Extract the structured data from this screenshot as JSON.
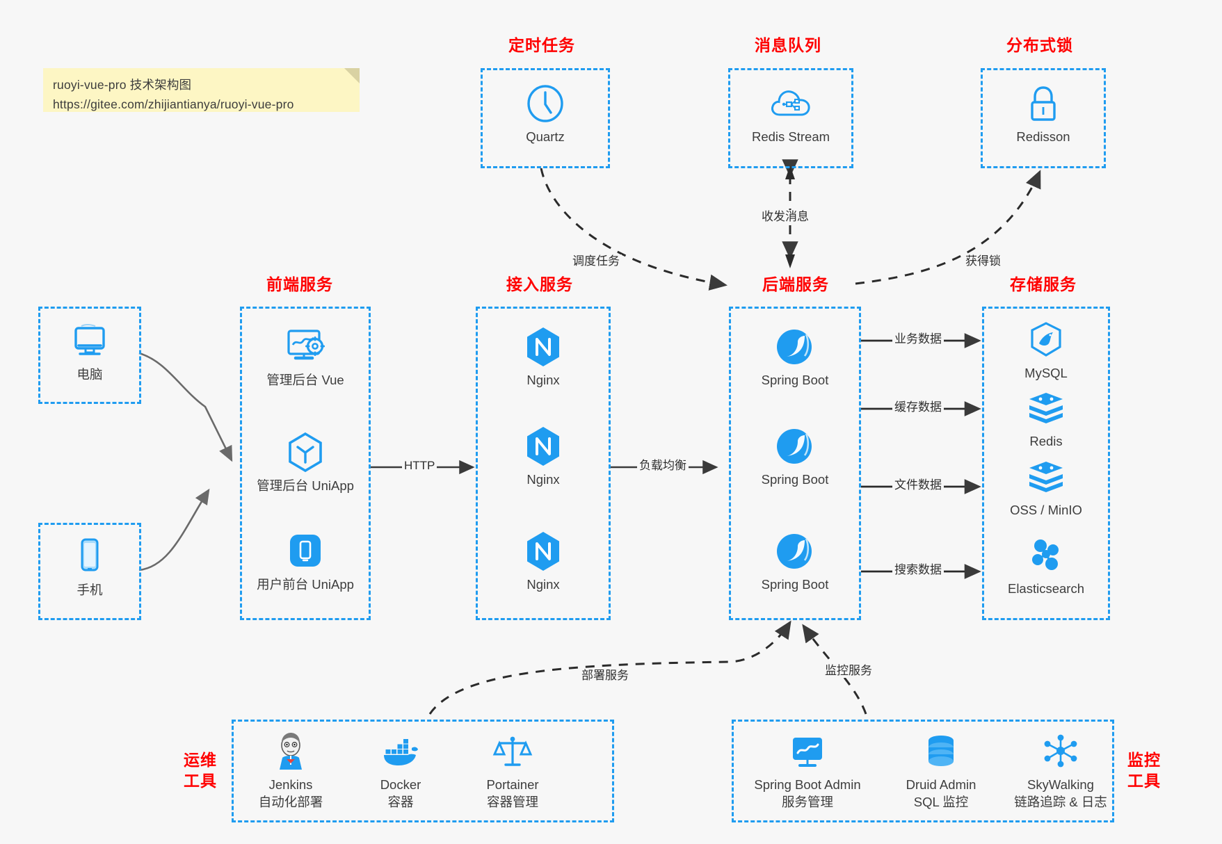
{
  "note": {
    "line1": "ruoyi-vue-pro 技术架构图",
    "line2": "https://gitee.com/zhijiantianya/ruoyi-vue-pro"
  },
  "colors": {
    "accent": "#1f9cf0",
    "title": "#ff0000",
    "background": "#f7f7f7",
    "note_bg": "#fdf6c4",
    "arrow": "#3a3a3a",
    "text": "#3d3d3d"
  },
  "sections": {
    "scheduled_task": "定时任务",
    "message_queue": "消息队列",
    "distributed_lock": "分布式锁",
    "frontend_service": "前端服务",
    "gateway_service": "接入服务",
    "backend_service": "后端服务",
    "storage_service": "存储服务",
    "devops_tools_line1": "运维",
    "devops_tools_line2": "工具",
    "monitor_tools_line1": "监控",
    "monitor_tools_line2": "工具"
  },
  "clients": [
    {
      "label": "电脑",
      "icon": "desktop-icon"
    },
    {
      "label": "手机",
      "icon": "mobile-icon"
    }
  ],
  "scheduled_task_nodes": [
    {
      "label": "Quartz",
      "icon": "clock-icon"
    }
  ],
  "message_queue_nodes": [
    {
      "label": "Redis Stream",
      "icon": "cloud-stream-icon"
    }
  ],
  "distributed_lock_nodes": [
    {
      "label": "Redisson",
      "icon": "lock-icon"
    }
  ],
  "frontend_nodes": [
    {
      "label": "管理后台 Vue",
      "icon": "monitor-gear-icon"
    },
    {
      "label": "管理后台 UniApp",
      "icon": "hexagon-cube-icon"
    },
    {
      "label": "用户前台 UniApp",
      "icon": "phone-rounded-icon"
    }
  ],
  "gateway_nodes": [
    {
      "label": "Nginx",
      "icon": "nginx-icon"
    },
    {
      "label": "Nginx",
      "icon": "nginx-icon"
    },
    {
      "label": "Nginx",
      "icon": "nginx-icon"
    }
  ],
  "backend_nodes": [
    {
      "label": "Spring Boot",
      "icon": "spring-leaf-icon"
    },
    {
      "label": "Spring Boot",
      "icon": "spring-leaf-icon"
    },
    {
      "label": "Spring Boot",
      "icon": "spring-leaf-icon"
    }
  ],
  "storage_nodes": [
    {
      "label": "MySQL",
      "icon": "mysql-dolphin-icon"
    },
    {
      "label": "Redis",
      "icon": "redis-stack-icon"
    },
    {
      "label": "OSS / MinIO",
      "icon": "oss-stack-icon"
    },
    {
      "label": "Elasticsearch",
      "icon": "elasticsearch-icon"
    }
  ],
  "devops_nodes": [
    {
      "label": "Jenkins",
      "sublabel": "自动化部署",
      "icon": "jenkins-butler-icon"
    },
    {
      "label": "Docker",
      "sublabel": "容器",
      "icon": "docker-whale-icon"
    },
    {
      "label": "Portainer",
      "sublabel": "容器管理",
      "icon": "portainer-scale-icon"
    }
  ],
  "monitor_nodes": [
    {
      "label": "Spring Boot Admin",
      "sublabel": "服务管理",
      "icon": "dashboard-chart-icon"
    },
    {
      "label": "Druid Admin",
      "sublabel": "SQL 监控",
      "icon": "database-cylinder-icon"
    },
    {
      "label": "SkyWalking",
      "sublabel": "链路追踪 & 日志",
      "icon": "skywalking-node-icon"
    }
  ],
  "edge_labels": {
    "schedule_task": "调度任务",
    "send_receive_message": "收发消息",
    "acquire_lock": "获得锁",
    "http": "HTTP",
    "load_balance": "负载均衡",
    "business_data": "业务数据",
    "cache_data": "缓存数据",
    "file_data": "文件数据",
    "search_data": "搜索数据",
    "deploy_service": "部署服务",
    "monitor_service": "监控服务"
  }
}
